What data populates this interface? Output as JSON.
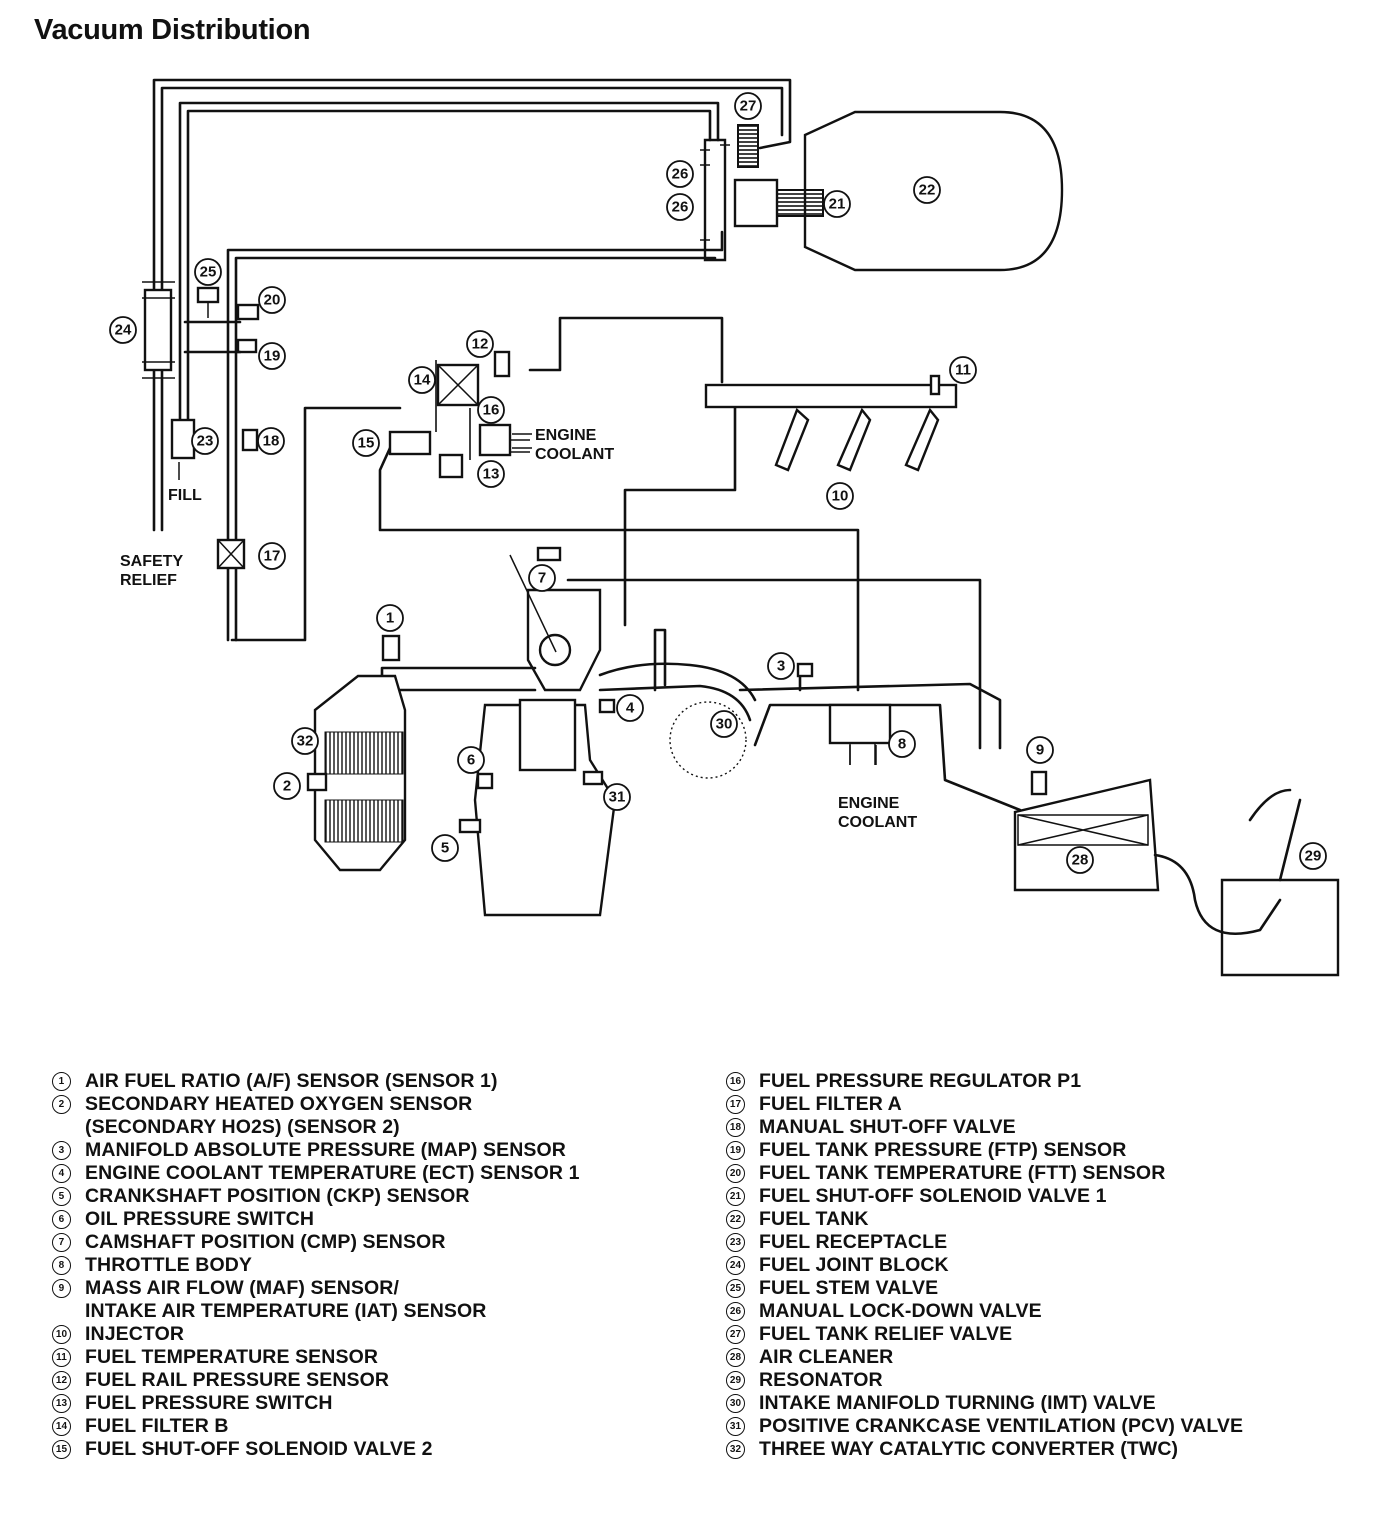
{
  "title": "Vacuum Distribution",
  "diagram_labels": {
    "engine_coolant_top": "ENGINE\nCOOLANT",
    "engine_coolant_bottom": "ENGINE\nCOOLANT",
    "fill": "FILL",
    "safety_relief": "SAFETY\nRELIEF"
  },
  "callouts": [
    "1",
    "2",
    "3",
    "4",
    "5",
    "6",
    "7",
    "8",
    "9",
    "10",
    "11",
    "12",
    "13",
    "14",
    "15",
    "16",
    "17",
    "18",
    "19",
    "20",
    "21",
    "22",
    "23",
    "24",
    "25",
    "26",
    "26",
    "27",
    "28",
    "29",
    "30",
    "31",
    "32"
  ],
  "legend": {
    "left": [
      {
        "num": "1",
        "text": "AIR FUEL RATIO (A/F) SENSOR (SENSOR 1)"
      },
      {
        "num": "2",
        "text": "SECONDARY HEATED OXYGEN SENSOR\n(SECONDARY HO2S) (SENSOR 2)"
      },
      {
        "num": "3",
        "text": "MANIFOLD ABSOLUTE PRESSURE (MAP) SENSOR"
      },
      {
        "num": "4",
        "text": "ENGINE COOLANT TEMPERATURE (ECT) SENSOR 1"
      },
      {
        "num": "5",
        "text": "CRANKSHAFT POSITION (CKP) SENSOR"
      },
      {
        "num": "6",
        "text": "OIL PRESSURE SWITCH"
      },
      {
        "num": "7",
        "text": "CAMSHAFT POSITION (CMP) SENSOR"
      },
      {
        "num": "8",
        "text": "THROTTLE BODY"
      },
      {
        "num": "9",
        "text": "MASS AIR FLOW (MAF) SENSOR/\nINTAKE AIR TEMPERATURE (IAT) SENSOR"
      },
      {
        "num": "10",
        "text": "INJECTOR"
      },
      {
        "num": "11",
        "text": "FUEL TEMPERATURE SENSOR"
      },
      {
        "num": "12",
        "text": "FUEL RAIL PRESSURE SENSOR"
      },
      {
        "num": "13",
        "text": "FUEL PRESSURE SWITCH"
      },
      {
        "num": "14",
        "text": "FUEL FILTER B"
      },
      {
        "num": "15",
        "text": "FUEL SHUT-OFF SOLENOID VALVE 2"
      }
    ],
    "right": [
      {
        "num": "16",
        "text": "FUEL PRESSURE REGULATOR P1"
      },
      {
        "num": "17",
        "text": "FUEL FILTER A"
      },
      {
        "num": "18",
        "text": "MANUAL SHUT-OFF VALVE"
      },
      {
        "num": "19",
        "text": "FUEL TANK PRESSURE (FTP) SENSOR"
      },
      {
        "num": "20",
        "text": "FUEL TANK TEMPERATURE (FTT) SENSOR"
      },
      {
        "num": "21",
        "text": "FUEL SHUT-OFF SOLENOID VALVE 1"
      },
      {
        "num": "22",
        "text": "FUEL TANK"
      },
      {
        "num": "23",
        "text": "FUEL RECEPTACLE"
      },
      {
        "num": "24",
        "text": "FUEL JOINT BLOCK"
      },
      {
        "num": "25",
        "text": "FUEL STEM VALVE"
      },
      {
        "num": "26",
        "text": "MANUAL LOCK-DOWN VALVE"
      },
      {
        "num": "27",
        "text": "FUEL TANK RELIEF VALVE"
      },
      {
        "num": "28",
        "text": "AIR CLEANER"
      },
      {
        "num": "29",
        "text": "RESONATOR"
      },
      {
        "num": "30",
        "text": "INTAKE MANIFOLD TURNING (IMT) VALVE"
      },
      {
        "num": "31",
        "text": "POSITIVE CRANKCASE VENTILATION (PCV) VALVE"
      },
      {
        "num": "32",
        "text": "THREE WAY CATALYTIC CONVERTER (TWC)"
      }
    ]
  }
}
